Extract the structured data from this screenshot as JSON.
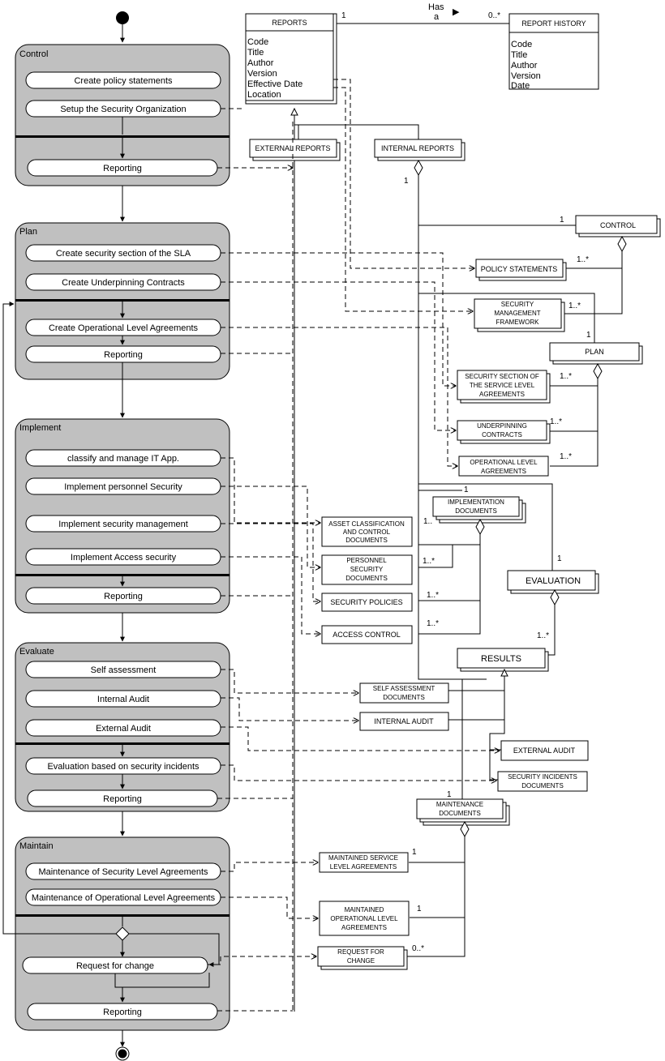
{
  "lanes": {
    "control": {
      "title": "Control",
      "activities": [
        "Create policy statements",
        "Setup the Security Organization",
        "Reporting"
      ]
    },
    "plan": {
      "title": "Plan",
      "activities": [
        "Create security section of the SLA",
        "Create Underpinning Contracts",
        "Create Operational Level Agreements",
        "Reporting"
      ]
    },
    "implement": {
      "title": "Implement",
      "activities": [
        "classify and manage IT App.",
        "Implement personnel Security",
        "Implement security management",
        "Implement Access security",
        "Reporting"
      ]
    },
    "evaluate": {
      "title": "Evaluate",
      "activities": [
        "Self assessment",
        "Internal Audit",
        "External Audit",
        "Evaluation based on security incidents",
        "Reporting"
      ]
    },
    "maintain": {
      "title": "Maintain",
      "activities": [
        "Maintenance of Security Level Agreements",
        "Maintenance of Operational Level Agreements",
        "Request for change",
        "Reporting"
      ]
    }
  },
  "classes": {
    "reports": {
      "name": "REPORTS",
      "attributes": [
        "Code",
        "Title",
        "Author",
        "Version",
        "Effective Date",
        "Location"
      ]
    },
    "report_history": {
      "name": "REPORT HISTORY",
      "attributes": [
        "Code",
        "Title",
        "Author",
        "Version",
        "Date"
      ]
    },
    "external_reports": [
      "EXTERNAL REPORTS"
    ],
    "internal_reports": [
      "INTERNAL REPORTS"
    ],
    "control": [
      "CONTROL"
    ],
    "policy_statements": [
      "POLICY  STATEMENTS"
    ],
    "security_management_framework": [
      "SECURITY",
      "MANAGEMENT",
      "FRAMEWORK"
    ],
    "plan": [
      "PLAN"
    ],
    "security_section_sla": [
      "SECURITY SECTION OF",
      "THE SERVICE LEVEL",
      "AGREEMENTS"
    ],
    "underpinning_contracts": [
      "UNDERPINNING",
      "CONTRACTS"
    ],
    "operational_level_agreements": [
      "OPERATIONAL LEVEL",
      "AGREEMENTS"
    ],
    "implementation_documents": [
      "IMPLEMENTATION",
      "DOCUMENTS"
    ],
    "asset_classification": [
      "ASSET CLASSIFICATION",
      "AND CONTROL",
      "DOCUMENTS"
    ],
    "personnel_security": [
      "PERSONNEL",
      "SECURITY",
      "DOCUMENTS"
    ],
    "security_policies": [
      "SECURITY POLICIES"
    ],
    "access_control": [
      "ACCESS CONTROL"
    ],
    "evaluation": [
      "EVALUATION"
    ],
    "results": [
      "RESULTS"
    ],
    "self_assessment_documents": [
      "SELF ASSESSMENT",
      "DOCUMENTS"
    ],
    "internal_audit": [
      "INTERNAL AUDIT"
    ],
    "external_audit": [
      "EXTERNAL AUDIT"
    ],
    "security_incidents_documents": [
      "SECURITY INCIDENTS",
      "DOCUMENTS"
    ],
    "maintenance_documents": [
      "MAINTENANCE",
      "DOCUMENTS"
    ],
    "maintained_sla": [
      "MAINTAINED SERVICE",
      "LEVEL AGREEMENTS"
    ],
    "maintained_ola": [
      "MAINTAINED",
      "OPERATIONAL LEVEL",
      "AGREEMENTS"
    ],
    "request_for_change": [
      "REQUEST FOR",
      "CHANGE"
    ]
  },
  "association": {
    "label": [
      "Has",
      "a"
    ],
    "arrow": "▶"
  },
  "multiplicities": {
    "one": "1",
    "zero_many": "0..*",
    "one_many": "1..*",
    "one_dots": "1.."
  }
}
